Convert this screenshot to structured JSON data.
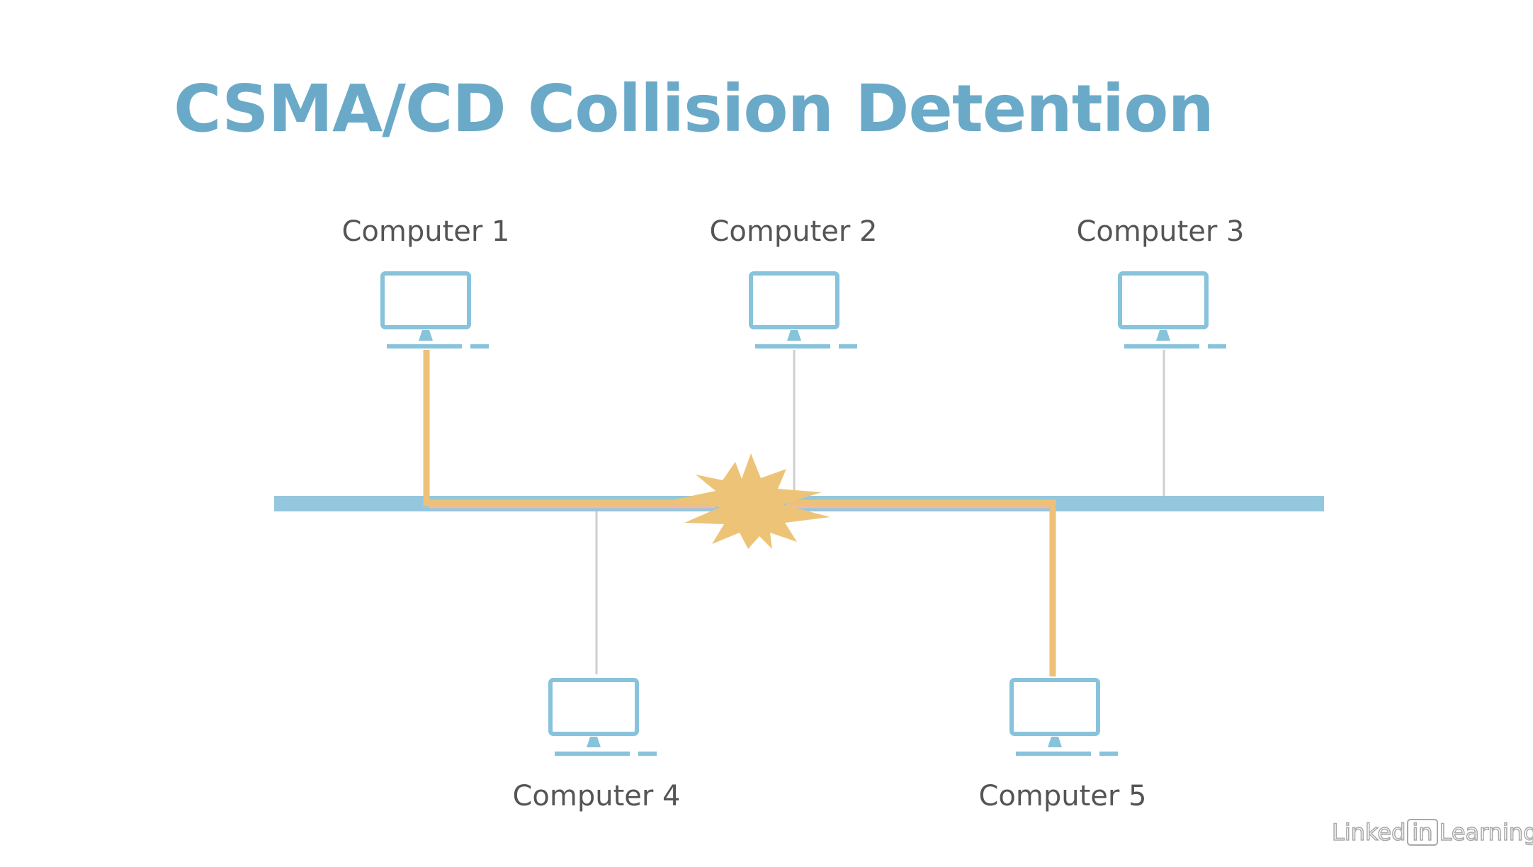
{
  "slide": {
    "title": "CSMA/CD Collision Detention"
  },
  "colors": {
    "title": "#6aaac8",
    "bus": "#94c7dd",
    "monitor": "#88c3dc",
    "signal": "#edc177",
    "signal_tint": "#f0b9a8",
    "drop_line": "#cfcfcf",
    "collision": "#edc477",
    "label": "#555555"
  },
  "diagram": {
    "computers": [
      {
        "label": "Computer 1",
        "transmitting": true
      },
      {
        "label": "Computer 2",
        "transmitting": false
      },
      {
        "label": "Computer 3",
        "transmitting": false
      },
      {
        "label": "Computer 4",
        "transmitting": false
      },
      {
        "label": "Computer 5",
        "transmitting": true
      }
    ],
    "collision_icon": "burst-icon",
    "monitor_icon": "monitor-icon"
  },
  "brand": {
    "left": "Linked",
    "box": "in",
    "right": "Learning"
  }
}
